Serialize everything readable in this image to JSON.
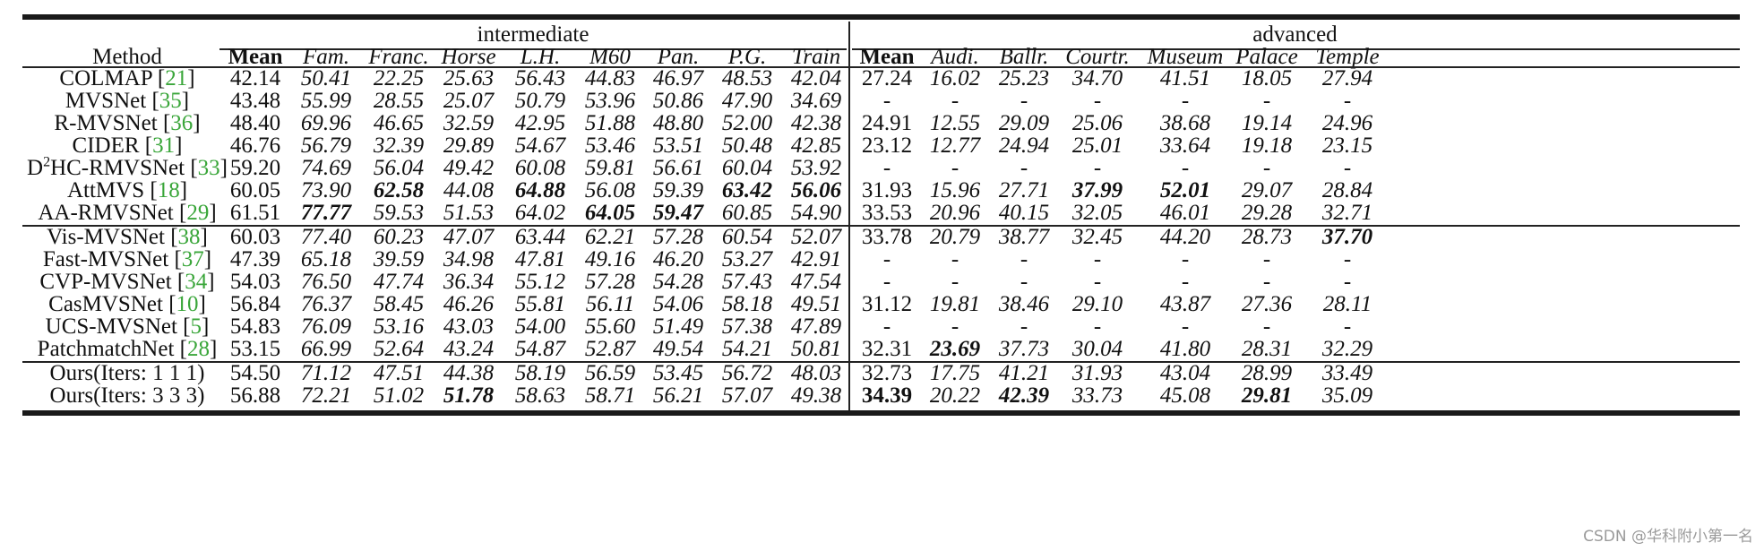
{
  "groups": {
    "intermediate": "intermediate",
    "advanced": "advanced"
  },
  "headers": {
    "method": "Method",
    "intermediate": [
      "Mean",
      "Fam.",
      "Franc.",
      "Horse",
      "L.H.",
      "M60",
      "Pan.",
      "P.G.",
      "Train"
    ],
    "advanced": [
      "Mean",
      "Audi.",
      "Ballr.",
      "Courtr.",
      "Museum",
      "Palace",
      "Temple"
    ]
  },
  "sections": [
    {
      "rows": [
        {
          "name": "COLMAP",
          "cite": "21",
          "sup": "",
          "inter": [
            "42.14",
            "50.41",
            "22.25",
            "25.63",
            "56.43",
            "44.83",
            "46.97",
            "48.53",
            "42.04"
          ],
          "adv": [
            "27.24",
            "16.02",
            "25.23",
            "34.70",
            "41.51",
            "18.05",
            "27.94"
          ],
          "bold_inter": [],
          "bold_adv": []
        },
        {
          "name": "MVSNet",
          "cite": "35",
          "sup": "",
          "inter": [
            "43.48",
            "55.99",
            "28.55",
            "25.07",
            "50.79",
            "53.96",
            "50.86",
            "47.90",
            "34.69"
          ],
          "adv": [
            "-",
            "-",
            "-",
            "-",
            "-",
            "-",
            "-"
          ],
          "bold_inter": [],
          "bold_adv": []
        },
        {
          "name": "R-MVSNet",
          "cite": "36",
          "sup": "",
          "inter": [
            "48.40",
            "69.96",
            "46.65",
            "32.59",
            "42.95",
            "51.88",
            "48.80",
            "52.00",
            "42.38"
          ],
          "adv": [
            "24.91",
            "12.55",
            "29.09",
            "25.06",
            "38.68",
            "19.14",
            "24.96"
          ],
          "bold_inter": [],
          "bold_adv": []
        },
        {
          "name": "CIDER",
          "cite": "31",
          "sup": "",
          "inter": [
            "46.76",
            "56.79",
            "32.39",
            "29.89",
            "54.67",
            "53.46",
            "53.51",
            "50.48",
            "42.85"
          ],
          "adv": [
            "23.12",
            "12.77",
            "24.94",
            "25.01",
            "33.64",
            "19.18",
            "23.15"
          ],
          "bold_inter": [],
          "bold_adv": []
        },
        {
          "name": "D",
          "cite": "33",
          "sup": "2",
          "name_rest": "HC-RMVSNet",
          "inter": [
            "59.20",
            "74.69",
            "56.04",
            "49.42",
            "60.08",
            "59.81",
            "56.61",
            "60.04",
            "53.92"
          ],
          "adv": [
            "-",
            "-",
            "-",
            "-",
            "-",
            "-",
            "-"
          ],
          "bold_inter": [],
          "bold_adv": []
        },
        {
          "name": "AttMVS",
          "cite": "18",
          "sup": "",
          "inter": [
            "60.05",
            "73.90",
            "62.58",
            "44.08",
            "64.88",
            "56.08",
            "59.39",
            "63.42",
            "56.06"
          ],
          "adv": [
            "31.93",
            "15.96",
            "27.71",
            "37.99",
            "52.01",
            "29.07",
            "28.84"
          ],
          "bold_inter": [
            2,
            4,
            7,
            8
          ],
          "bold_adv": [
            3,
            4
          ]
        },
        {
          "name": "AA-RMVSNet",
          "cite": "29",
          "sup": "",
          "inter": [
            "61.51",
            "77.77",
            "59.53",
            "51.53",
            "64.02",
            "64.05",
            "59.47",
            "60.85",
            "54.90"
          ],
          "adv": [
            "33.53",
            "20.96",
            "40.15",
            "32.05",
            "46.01",
            "29.28",
            "32.71"
          ],
          "bold_inter": [
            1,
            5,
            6
          ],
          "bold_adv": []
        }
      ]
    },
    {
      "rows": [
        {
          "name": "Vis-MVSNet",
          "cite": "38",
          "sup": "",
          "inter": [
            "60.03",
            "77.40",
            "60.23",
            "47.07",
            "63.44",
            "62.21",
            "57.28",
            "60.54",
            "52.07"
          ],
          "adv": [
            "33.78",
            "20.79",
            "38.77",
            "32.45",
            "44.20",
            "28.73",
            "37.70"
          ],
          "bold_inter": [],
          "bold_adv": [
            6
          ]
        },
        {
          "name": "Fast-MVSNet",
          "cite": "37",
          "sup": "",
          "inter": [
            "47.39",
            "65.18",
            "39.59",
            "34.98",
            "47.81",
            "49.16",
            "46.20",
            "53.27",
            "42.91"
          ],
          "adv": [
            "-",
            "-",
            "-",
            "-",
            "-",
            "-",
            "-"
          ],
          "bold_inter": [],
          "bold_adv": []
        },
        {
          "name": "CVP-MVSNet",
          "cite": "34",
          "sup": "",
          "inter": [
            "54.03",
            "76.50",
            "47.74",
            "36.34",
            "55.12",
            "57.28",
            "54.28",
            "57.43",
            "47.54"
          ],
          "adv": [
            "-",
            "-",
            "-",
            "-",
            "-",
            "-",
            "-"
          ],
          "bold_inter": [],
          "bold_adv": []
        },
        {
          "name": "CasMVSNet",
          "cite": "10",
          "sup": "",
          "inter": [
            "56.84",
            "76.37",
            "58.45",
            "46.26",
            "55.81",
            "56.11",
            "54.06",
            "58.18",
            "49.51"
          ],
          "adv": [
            "31.12",
            "19.81",
            "38.46",
            "29.10",
            "43.87",
            "27.36",
            "28.11"
          ],
          "bold_inter": [],
          "bold_adv": []
        },
        {
          "name": "UCS-MVSNet",
          "cite": "5",
          "sup": "",
          "inter": [
            "54.83",
            "76.09",
            "53.16",
            "43.03",
            "54.00",
            "55.60",
            "51.49",
            "57.38",
            "47.89"
          ],
          "adv": [
            "-",
            "-",
            "-",
            "-",
            "-",
            "-",
            "-"
          ],
          "bold_inter": [],
          "bold_adv": []
        },
        {
          "name": "PatchmatchNet",
          "cite": "28",
          "sup": "",
          "inter": [
            "53.15",
            "66.99",
            "52.64",
            "43.24",
            "54.87",
            "52.87",
            "49.54",
            "54.21",
            "50.81"
          ],
          "adv": [
            "32.31",
            "23.69",
            "37.73",
            "30.04",
            "41.80",
            "28.31",
            "32.29"
          ],
          "bold_inter": [],
          "bold_adv": [
            1
          ]
        }
      ]
    },
    {
      "rows": [
        {
          "name": "Ours(Iters: 1 1 1)",
          "cite": "",
          "sup": "",
          "inter": [
            "54.50",
            "71.12",
            "47.51",
            "44.38",
            "58.19",
            "56.59",
            "53.45",
            "56.72",
            "48.03"
          ],
          "adv": [
            "32.73",
            "17.75",
            "41.21",
            "31.93",
            "43.04",
            "28.99",
            "33.49"
          ],
          "bold_inter": [],
          "bold_adv": []
        },
        {
          "name": "Ours(Iters: 3 3 3)",
          "cite": "",
          "sup": "",
          "inter": [
            "56.88",
            "72.21",
            "51.02",
            "51.78",
            "58.63",
            "58.71",
            "56.21",
            "57.07",
            "49.38"
          ],
          "adv": [
            "34.39",
            "20.22",
            "42.39",
            "33.73",
            "45.08",
            "29.81",
            "35.09"
          ],
          "bold_inter": [
            3
          ],
          "bold_adv": [
            0,
            2,
            5
          ]
        }
      ]
    }
  ],
  "watermark": "CSDN @华科附小第一名"
}
